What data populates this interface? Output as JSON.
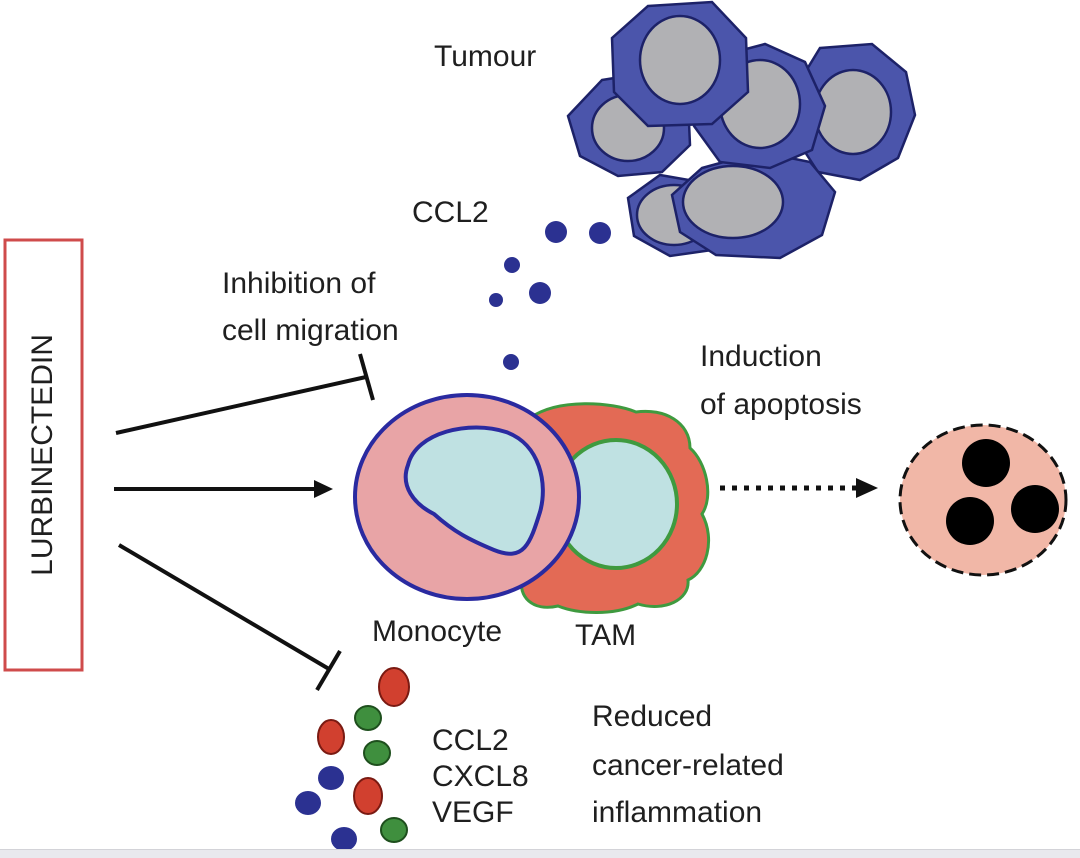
{
  "drug": {
    "label": "LURBINECTEDIN"
  },
  "tumour": {
    "label": "Tumour"
  },
  "ccl2_top": {
    "label": "CCL2"
  },
  "migration": {
    "line1": "Inhibition of",
    "line2": "cell migration"
  },
  "apoptosis": {
    "line1": "Induction",
    "line2": "of apoptosis"
  },
  "cells": {
    "monocyte": "Monocyte",
    "tam": "TAM"
  },
  "cytokines": {
    "line1": "CCL2",
    "line2": "CXCL8",
    "line3": "VEGF"
  },
  "inflammation": {
    "line1": "Reduced",
    "line2": "cancer-related",
    "line3": "inflammation"
  },
  "colors": {
    "tumour_fill": "#4b55ab",
    "tumour_nucleus": "#b1b1b4",
    "monocyte_fill": "#e8a4a6",
    "monocyte_outline": "#2a2aa0",
    "nucleus_fill": "#bfe1e2",
    "tam_fill": "#e36a55",
    "tam_outline": "#3f9a3f",
    "apoptotic_fill": "#f1b7a7",
    "drug_box_border": "#cf4b4b",
    "dot_blue": "#2b3191",
    "dot_red": "#d1402f",
    "dot_green": "#3f8f3e"
  }
}
